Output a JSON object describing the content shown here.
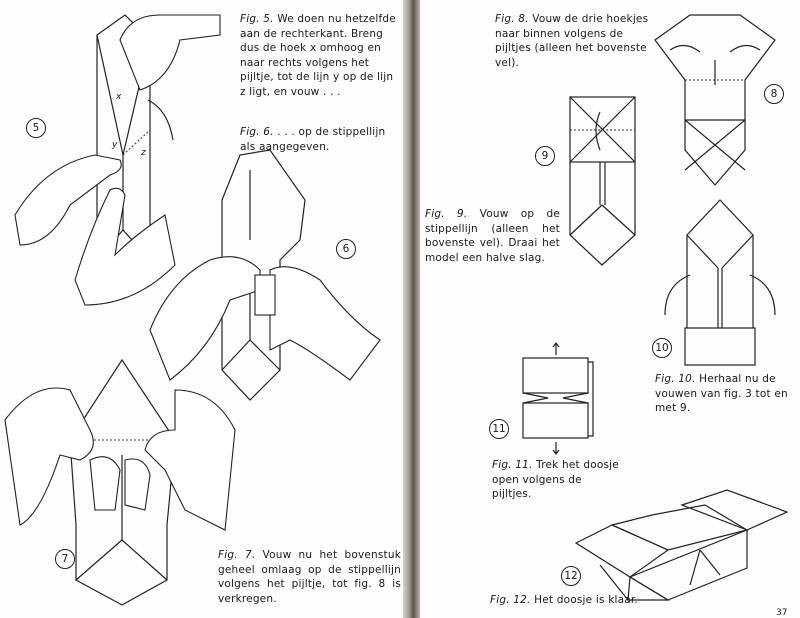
{
  "captions": {
    "fig5": {
      "label": "Fig. 5.",
      "text": "We doen nu hetzelfde aan de rechterkant. Breng dus de hoek x omhoog en naar rechts volgens het pijltje, tot de lijn y op de lijn z ligt, en vouw . . ."
    },
    "fig6": {
      "label": "Fig. 6.",
      "text": ". . . op de stippellijn als aangegeven."
    },
    "fig7": {
      "label": "Fig. 7.",
      "text": "Vouw nu het bovenstuk geheel omlaag op de stippellijn volgens het pijltje, tot fig. 8 is verkregen."
    },
    "fig8": {
      "label": "Fig. 8.",
      "text": "Vouw de drie hoekjes naar binnen volgens de pijltjes (alleen het bovenste vel)."
    },
    "fig9": {
      "label": "Fig. 9.",
      "text": "Vouw op de stippellijn (alleen het bovenste vel). Draai het model een halve slag."
    },
    "fig10": {
      "label": "Fig. 10.",
      "text": "Herhaal nu de vouwen van fig. 3 tot en met 9."
    },
    "fig11": {
      "label": "Fig. 11.",
      "text": "Trek het doosje open volgens de pijltjes."
    },
    "fig12": {
      "label": "Fig. 12.",
      "text": "Het doosje is klaar."
    }
  },
  "figure_numbers": [
    "5",
    "6",
    "7",
    "8",
    "9",
    "10",
    "11",
    "12"
  ],
  "diagram_letters": {
    "x": "x",
    "y": "y",
    "z": "z"
  },
  "page_number_right": "37"
}
